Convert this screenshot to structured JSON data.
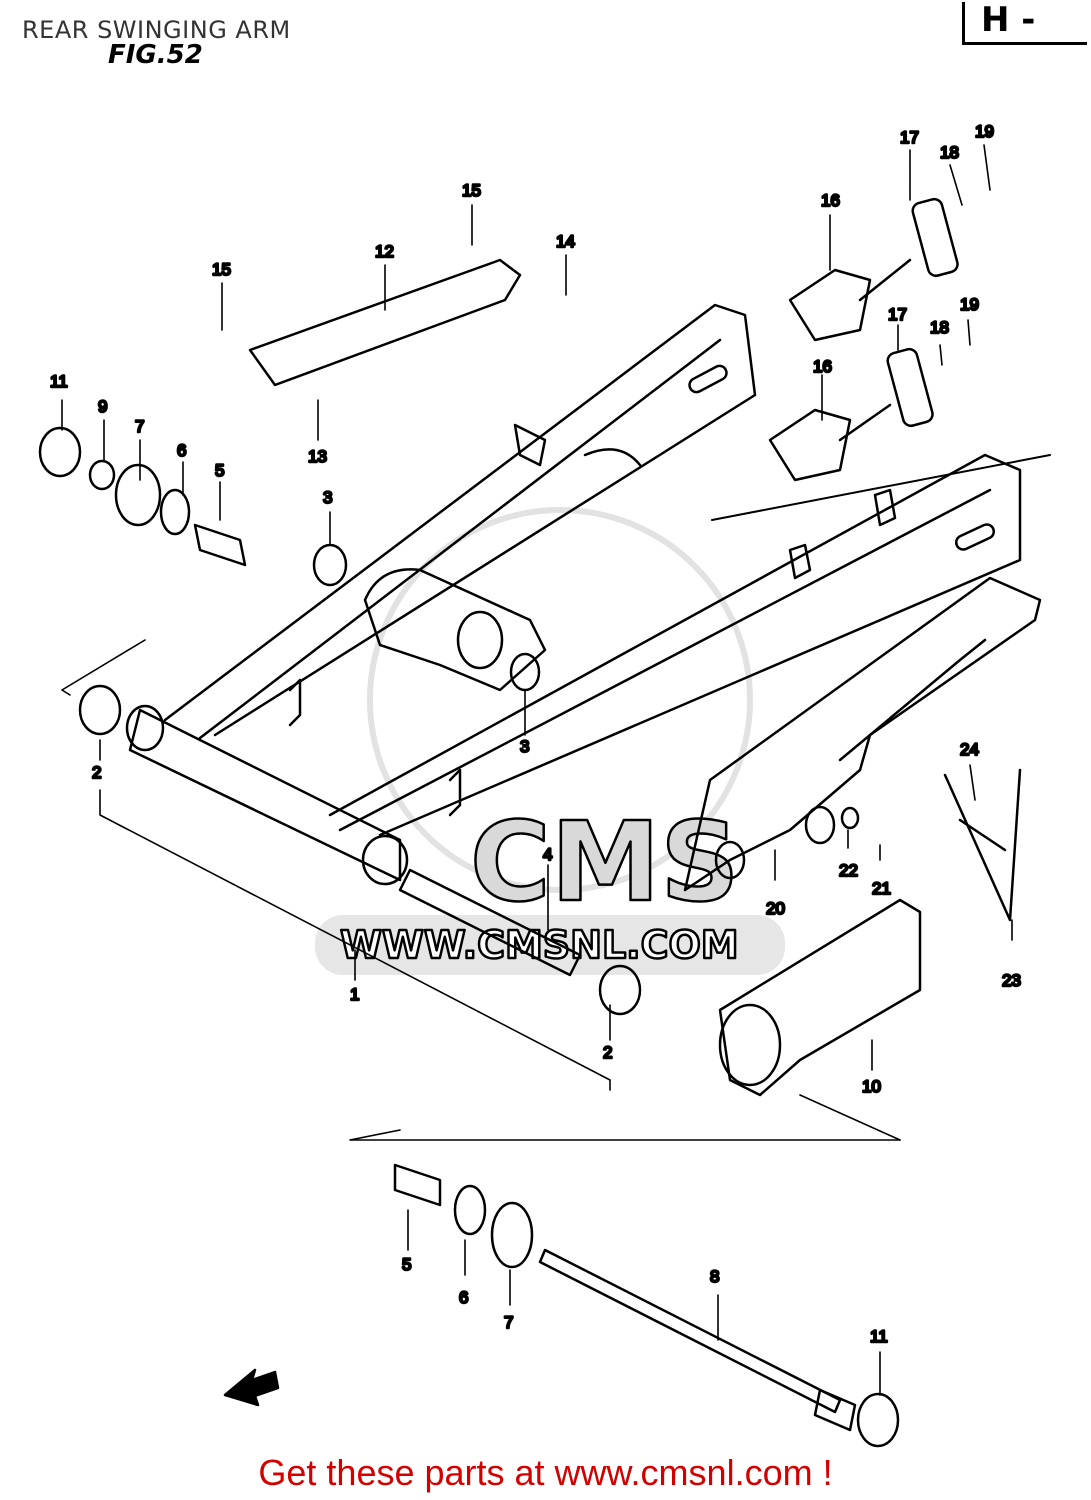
{
  "header": {
    "title": "REAR SWINGING ARM",
    "figure": "FIG.52",
    "corner_tag": "H -"
  },
  "watermark": {
    "logo_text": "CMS",
    "url_text": "WWW.CMSNL.COM"
  },
  "callouts": [
    "1",
    "2",
    "2",
    "3",
    "3",
    "4",
    "5",
    "5",
    "6",
    "6",
    "7",
    "7",
    "8",
    "9",
    "10",
    "11",
    "11",
    "12",
    "13",
    "14",
    "15",
    "15",
    "16",
    "16",
    "17",
    "17",
    "18",
    "18",
    "19",
    "19",
    "20",
    "21",
    "22",
    "23",
    "24"
  ],
  "footer": {
    "cta": "Get these parts at www.cmsnl.com !"
  }
}
